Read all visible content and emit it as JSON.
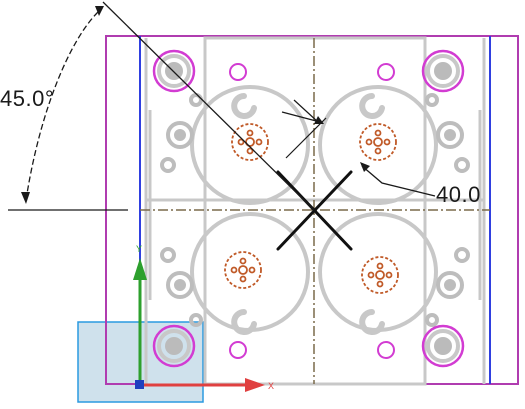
{
  "dimensions": {
    "angle": "45.0°",
    "diameter": "40.0"
  },
  "triad": {
    "x_axis_label": "X",
    "y_axis_label": "Y"
  },
  "colors": {
    "outer_boundary": "#b03cb0",
    "inner_boundary": "#2f3fe0",
    "part_gray": "#c8c8c8",
    "part_dark_gray": "#9a9a9a",
    "hole_orange": "#c05a28",
    "pin_magenta": "#d23cd2",
    "x_axis": "#e04040",
    "y_axis": "#2da02d",
    "centerline": "#7a6a4a",
    "datum_plane_fill": "#a8c8dc",
    "datum_plane_edge": "#2a9ae0",
    "dimension": "#1a1a1a"
  }
}
